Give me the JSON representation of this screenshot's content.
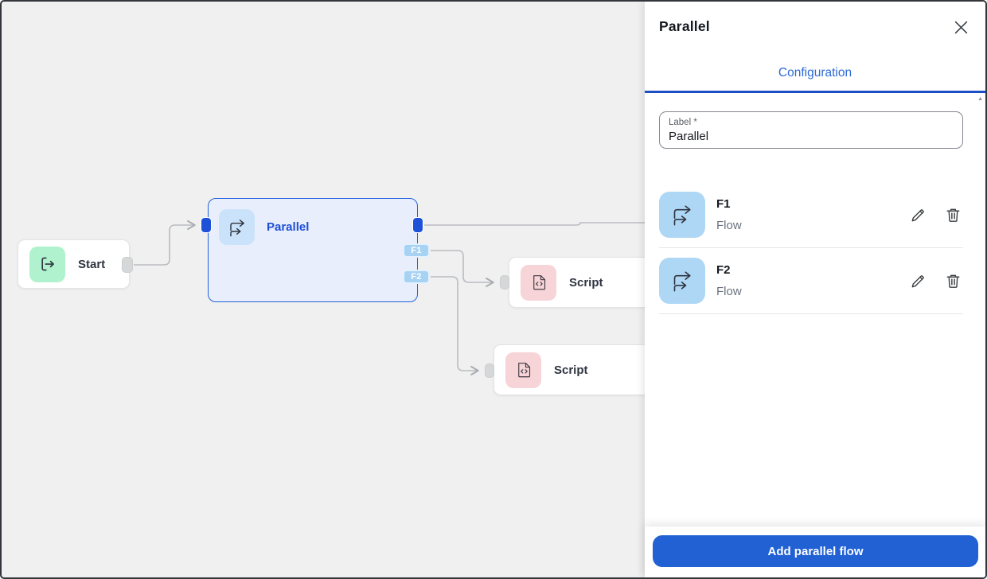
{
  "window": {
    "background": "#f0f0f0",
    "border": "#33363a"
  },
  "canvas": {
    "background": "#f0f0f0",
    "edge_color": "#b9bcc1",
    "nodes": [
      {
        "id": "start",
        "label": "Start",
        "icon": "start-icon",
        "icon_bg": "#b0f2cd",
        "selected": false
      },
      {
        "id": "parallel",
        "label": "Parallel",
        "icon": "parallel-flows-icon",
        "icon_bg": "#cbe3fa",
        "selected": true,
        "accent": "#2563d9",
        "outputs": [
          "F1",
          "F2"
        ]
      },
      {
        "id": "script-1",
        "label": "Script",
        "icon": "script-icon",
        "icon_bg": "#f6d4d7",
        "selected": false
      },
      {
        "id": "script-2",
        "label": "Script",
        "icon": "script-icon",
        "icon_bg": "#f6d4d7",
        "selected": false
      }
    ],
    "edges": [
      {
        "from": "start",
        "to": "parallel"
      },
      {
        "from": "parallel",
        "to": "hidden-under-panel"
      },
      {
        "from": "parallel",
        "output": "F1",
        "to": "script-1"
      },
      {
        "from": "parallel",
        "output": "F2",
        "to": "script-2"
      }
    ]
  },
  "panel": {
    "title": "Parallel",
    "close_icon": "close-icon",
    "accent": "#1c4fc4",
    "tabs": [
      {
        "label": "Configuration",
        "active": true
      }
    ],
    "label_field": {
      "label": "Label *",
      "value": "Parallel"
    },
    "flows": [
      {
        "title": "F1",
        "subtitle": "Flow",
        "icon": "parallel-flows-icon"
      },
      {
        "title": "F2",
        "subtitle": "Flow",
        "icon": "parallel-flows-icon"
      }
    ],
    "add_button": "Add parallel flow"
  }
}
